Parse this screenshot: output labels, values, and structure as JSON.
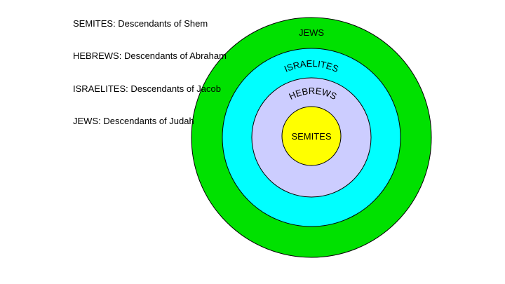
{
  "legend": [
    "SEMITES: Descendants of Shem",
    "HEBREWS: Descendants of Abraham",
    "ISRAELITES: Descendants of Jacob",
    "JEWS: Descendants of Judah"
  ],
  "rings": [
    {
      "label": "JEWS",
      "color": "#00e100"
    },
    {
      "label": "ISRAELITES",
      "color": "#00ffff"
    },
    {
      "label": "HEBREWS",
      "color": "#cccdff"
    },
    {
      "label": "SEMITES",
      "color": "#ffff00"
    }
  ],
  "outline_color": "#000000"
}
